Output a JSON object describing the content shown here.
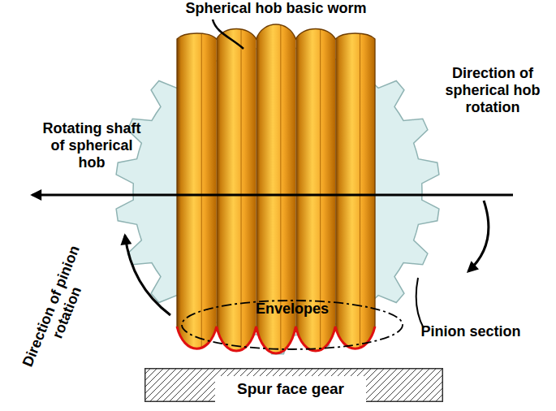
{
  "diagram": {
    "nodes": [
      {
        "text": [
          "Envelopes"
        ]
      },
      {
        "text": [
          "Spur face gear"
        ]
      }
    ],
    "labels": [
      "Spherical hob basic worm",
      "Rotating shaft of spherical hob",
      "Direction of spherical hob rotation",
      "Direction of pinion rotation",
      "Pinion section"
    ]
  }
}
